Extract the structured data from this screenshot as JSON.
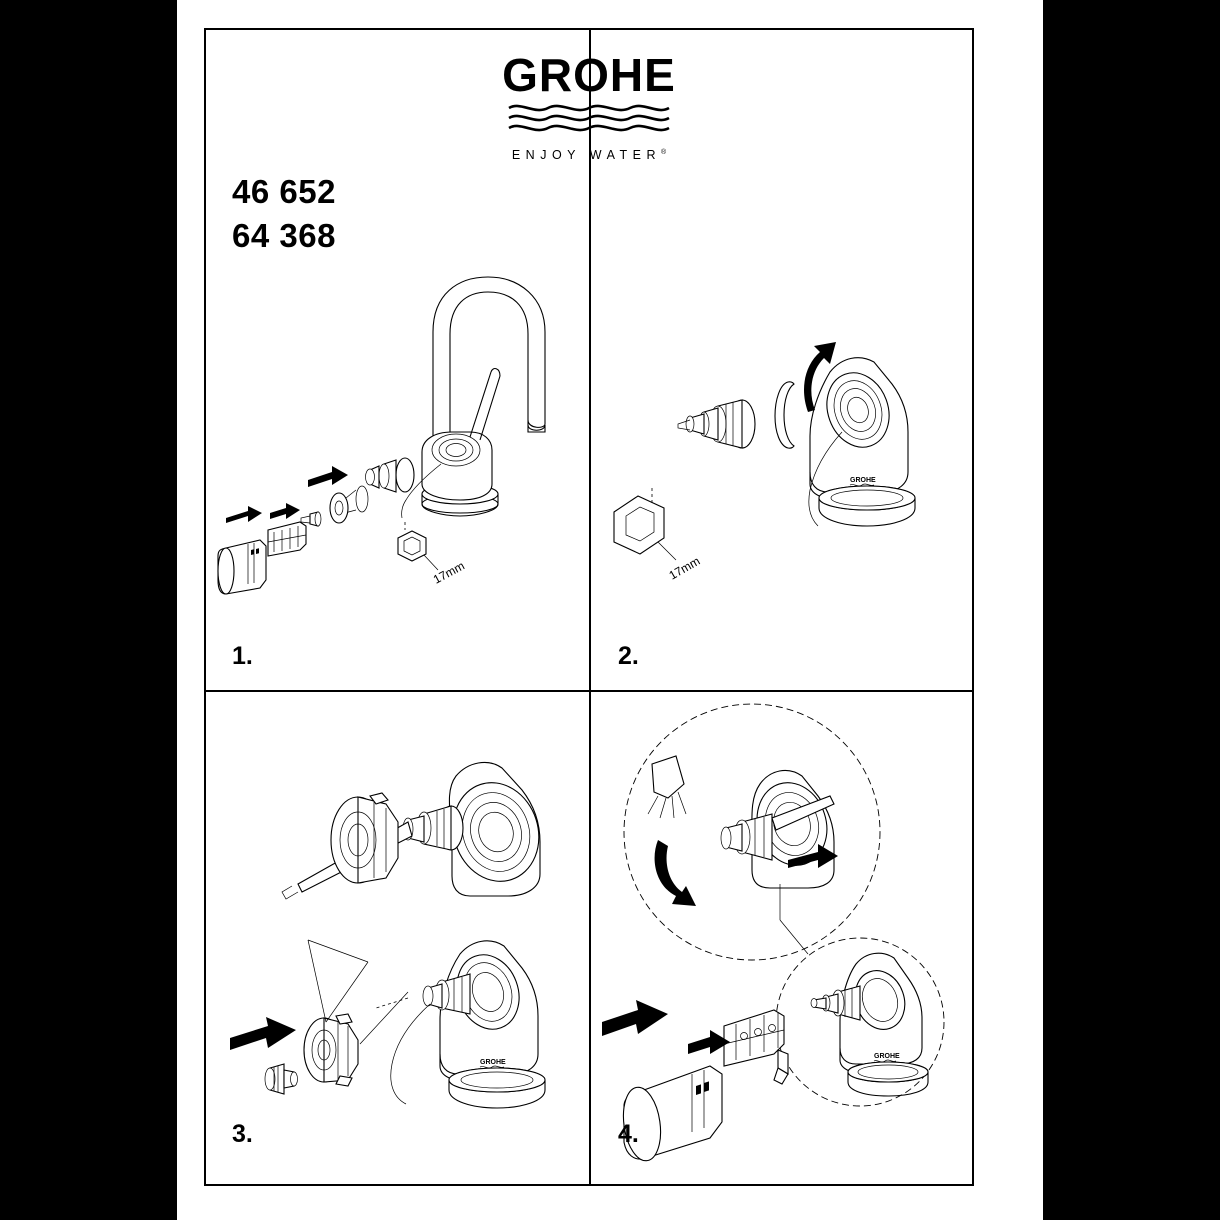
{
  "brand": {
    "name": "GROHE",
    "tagline": "ENJOY WATER",
    "trademark": "®",
    "logo_icon": "grohe-waves-logo"
  },
  "document": {
    "article_numbers": [
      "46 652",
      "64 368"
    ],
    "background_color": "#000000",
    "page_color": "#ffffff",
    "line_color": "#000000"
  },
  "steps": [
    {
      "number": "1.",
      "name": "step-1",
      "illustration": "faucet-cartridge-exploded-view",
      "annotations": [
        {
          "text": "17mm",
          "name": "wrench-size-label"
        }
      ]
    },
    {
      "number": "2.",
      "name": "step-2",
      "illustration": "cartridge-removal-from-body",
      "annotations": [
        {
          "text": "17mm",
          "name": "wrench-size-label"
        }
      ]
    },
    {
      "number": "3.",
      "name": "step-3",
      "illustration": "cartridge-reassembly-with-cable",
      "annotations": []
    },
    {
      "number": "4.",
      "name": "step-4",
      "illustration": "handle-sleeve-installation-detail",
      "annotations": []
    }
  ]
}
